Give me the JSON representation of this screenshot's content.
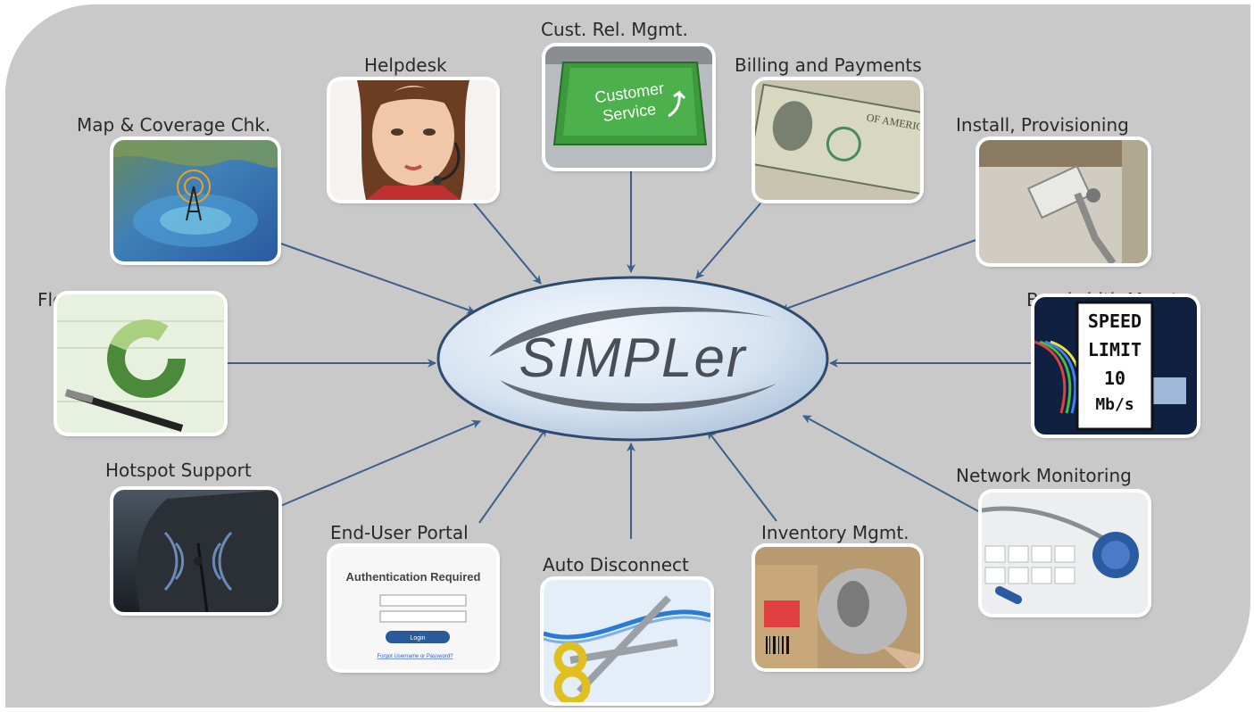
{
  "hub": {
    "title": "SIMPLer"
  },
  "modules": [
    {
      "id": "map",
      "label": "Map & Coverage Chk.",
      "icon": "coverage-map-photo"
    },
    {
      "id": "helpdesk",
      "label": "Helpdesk",
      "icon": "headset-agent-photo"
    },
    {
      "id": "crm",
      "label": "Cust. Rel. Mgmt.",
      "icon": "customer-service-key-photo",
      "key_text_1": "Customer",
      "key_text_2": "Service"
    },
    {
      "id": "billing",
      "label": "Billing and Payments",
      "icon": "dollar-bills-photo"
    },
    {
      "id": "install",
      "label": "Install, Provisioning",
      "icon": "antenna-mount-photo"
    },
    {
      "id": "reporting",
      "label": "Flexible Reporting",
      "icon": "donut-chart-report-photo"
    },
    {
      "id": "bandwidth",
      "label": "Bandwidth Mgmt.",
      "icon": "speed-limit-sign-photo",
      "sign_lines": [
        "SPEED",
        "LIMIT",
        "10",
        "Mb/s"
      ]
    },
    {
      "id": "hotspot",
      "label": "Hotspot Support",
      "icon": "wifi-hotspot-photo"
    },
    {
      "id": "portal",
      "label": "End-User Portal",
      "icon": "login-screen-photo",
      "screen_title": "Authentication Required",
      "button_text": "Login",
      "link_text": "Forgot Username or Password?"
    },
    {
      "id": "disconnect",
      "label": "Auto Disconnect",
      "icon": "scissors-cable-photo"
    },
    {
      "id": "inventory",
      "label": "Inventory Mgmt.",
      "icon": "barcode-scanner-photo"
    },
    {
      "id": "monitoring",
      "label": "Network Monitoring",
      "icon": "stethoscope-keyboard-photo"
    }
  ],
  "colors": {
    "background": "#c9c9c9",
    "arrow": "#3d5f8a",
    "hub_fill": "#dfeaf5",
    "hub_text": "#4a4f57"
  }
}
